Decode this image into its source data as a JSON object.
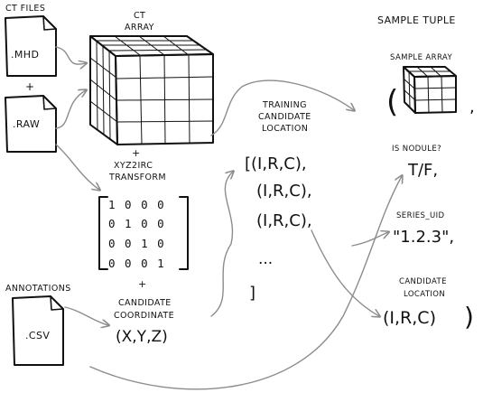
{
  "ct_files": {
    "title": "CT FILES",
    "mhd": ".MHD",
    "plus": "+",
    "raw": ".RAW"
  },
  "ct_array": {
    "line1": "CT",
    "line2": "ARRAY"
  },
  "transform": {
    "plus": "+",
    "line1": "XYZ2IRC",
    "line2": "TRANSFORM",
    "matrix_rows": [
      "1 0 0 0",
      "0 1 0 0",
      "0 0 1 0",
      "0 0 0 1"
    ]
  },
  "annotations": {
    "title": "ANNOTATIONS",
    "csv": ".CSV"
  },
  "candidate_coordinate": {
    "plus": "+",
    "line1": "CANDIDATE",
    "line2": "COORDINATE",
    "value": "(X,Y,Z)"
  },
  "training_list": {
    "line1": "TRAINING",
    "line2": "CANDIDATE",
    "line3": "LOCATION",
    "entries": [
      "[(I,R,C),",
      "(I,R,C),",
      "(I,R,C),",
      "...",
      "]"
    ]
  },
  "sample_tuple": {
    "title": "SAMPLE TUPLE",
    "sample_array": "SAMPLE ARRAY",
    "open_paren": "(",
    "comma": ",",
    "is_nodule_label": "IS NODULE?",
    "is_nodule_value": "T/F,",
    "series_uid_label": "SERIES_UID",
    "series_uid_value": "\"1.2.3\",",
    "candidate_location_line1": "CANDIDATE",
    "candidate_location_line2": "LOCATION",
    "candidate_location_value": "(I,R,C)",
    "close_paren": ")"
  }
}
